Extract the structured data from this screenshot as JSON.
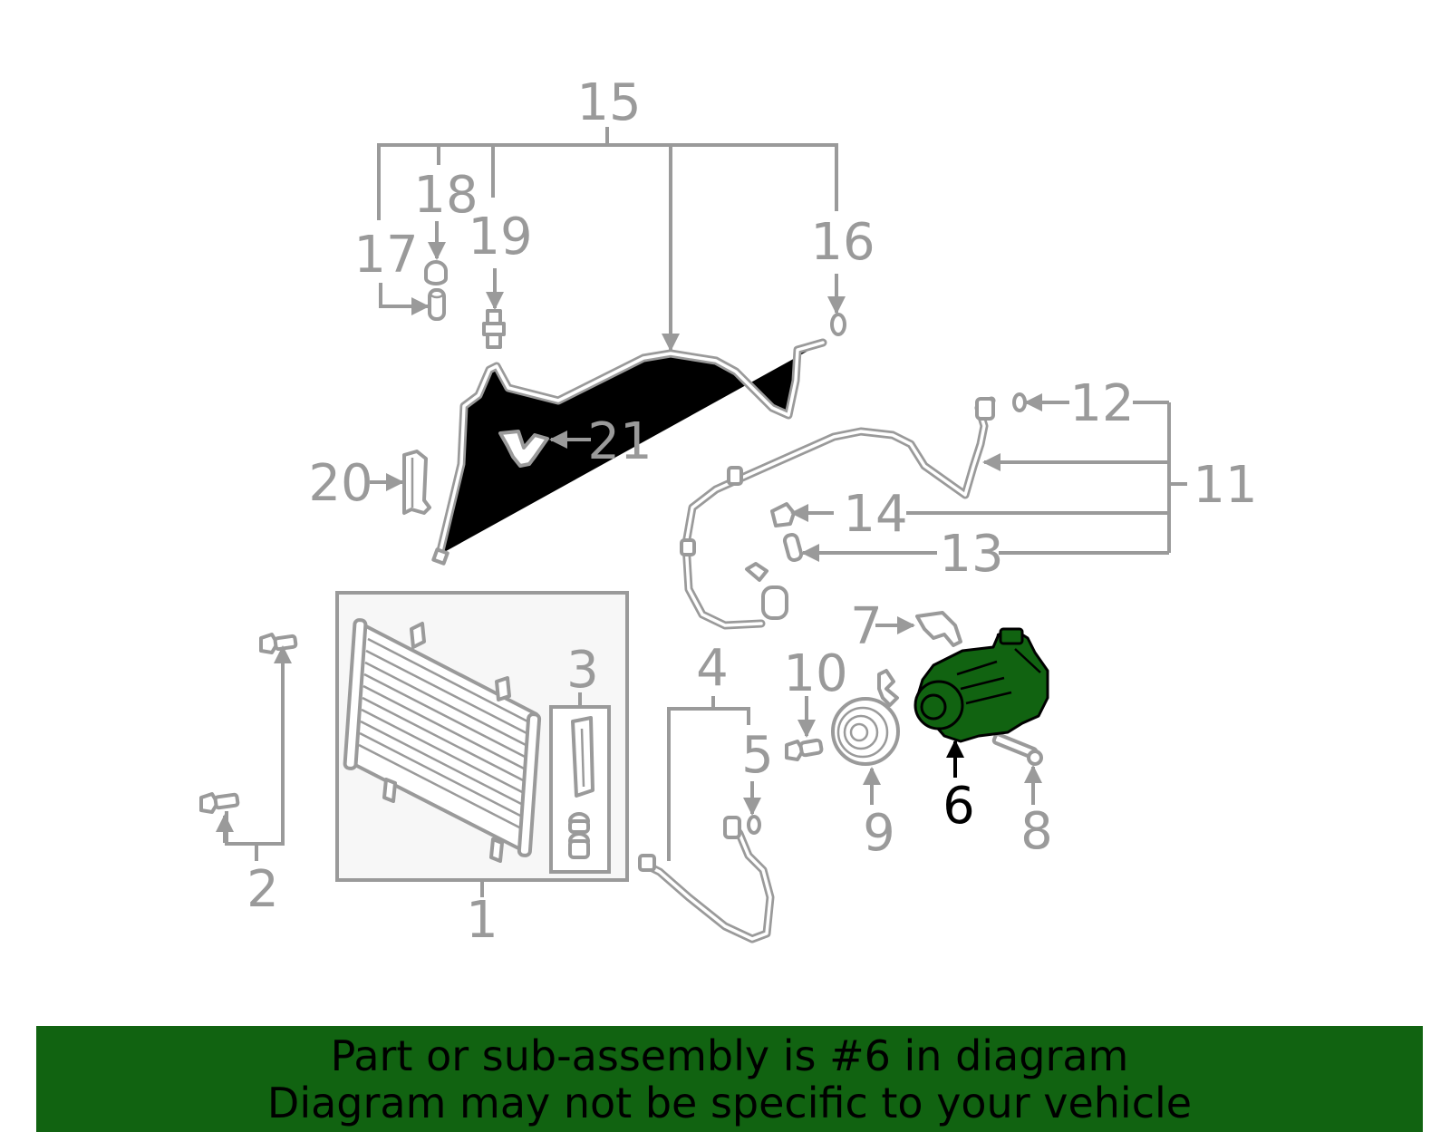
{
  "diagram": {
    "highlight_color": "#116311",
    "callouts": [
      {
        "id": "1",
        "label": "1"
      },
      {
        "id": "2",
        "label": "2"
      },
      {
        "id": "3",
        "label": "3"
      },
      {
        "id": "4",
        "label": "4"
      },
      {
        "id": "5",
        "label": "5"
      },
      {
        "id": "6",
        "label": "6",
        "highlighted": true
      },
      {
        "id": "7",
        "label": "7"
      },
      {
        "id": "8",
        "label": "8"
      },
      {
        "id": "9",
        "label": "9"
      },
      {
        "id": "10",
        "label": "10"
      },
      {
        "id": "11",
        "label": "11"
      },
      {
        "id": "12",
        "label": "12"
      },
      {
        "id": "13",
        "label": "13"
      },
      {
        "id": "14",
        "label": "14"
      },
      {
        "id": "15",
        "label": "15"
      },
      {
        "id": "16",
        "label": "16"
      },
      {
        "id": "17",
        "label": "17"
      },
      {
        "id": "18",
        "label": "18"
      },
      {
        "id": "19",
        "label": "19"
      },
      {
        "id": "20",
        "label": "20"
      },
      {
        "id": "21",
        "label": "21"
      }
    ]
  },
  "banner": {
    "line1": "Part or sub-assembly is #6 in diagram",
    "line2": "Diagram may not be specific to your vehicle",
    "background_color": "#116311"
  }
}
